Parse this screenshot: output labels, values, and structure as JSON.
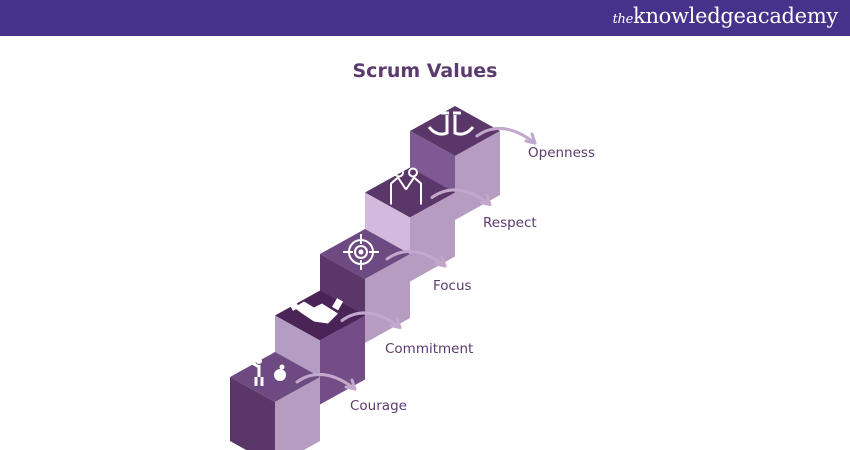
{
  "brand": {
    "prefix": "the",
    "name": "knowledgeacademy"
  },
  "title": "Scrum Values",
  "steps": [
    {
      "label": "Courage",
      "icon": "person-pointing-icon",
      "colors": {
        "top": "#6e4a82",
        "left": "#5a3768",
        "right": "#b59cc0"
      }
    },
    {
      "label": "Commitment",
      "icon": "handshake-icon",
      "colors": {
        "top": "#4a2357",
        "left": "#b49cc2",
        "right": "#744d86"
      }
    },
    {
      "label": "Focus",
      "icon": "target-icon",
      "colors": {
        "top": "#6e4a82",
        "left": "#5a3768",
        "right": "#b59cc0"
      }
    },
    {
      "label": "Respect",
      "icon": "people-bowing-icon",
      "colors": {
        "top": "#5a3768",
        "left": "#d3b9dc",
        "right": "#b59cc0"
      }
    },
    {
      "label": "Openness",
      "icon": "open-hands-icon",
      "colors": {
        "top": "#5a3768",
        "left": "#7e5a94",
        "right": "#b59cc0"
      }
    }
  ],
  "arrow_color": "#c2a8cc"
}
